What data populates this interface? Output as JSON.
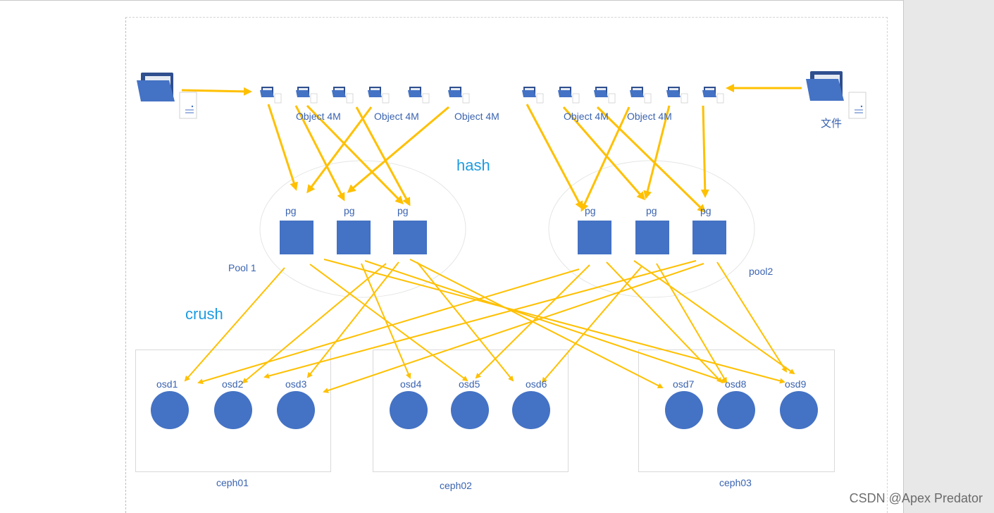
{
  "diagram": {
    "source_label": "文件",
    "object_labels": [
      "Object 4M",
      "Object 4M",
      "Object 4M",
      "Object 4M",
      "Object 4M"
    ],
    "hash_label": "hash",
    "crush_label": "crush",
    "pools": [
      {
        "name": "Pool 1",
        "pg_labels": [
          "pg",
          "pg",
          "pg"
        ]
      },
      {
        "name": "pool2",
        "pg_labels": [
          "pg",
          "pg",
          "pg"
        ]
      }
    ],
    "osds": [
      "osd1",
      "osd2",
      "osd3",
      "osd4",
      "osd5",
      "osd6",
      "osd7",
      "osd8",
      "osd9"
    ],
    "hosts": [
      "ceph01",
      "ceph02",
      "ceph03"
    ],
    "colors": {
      "arrow": "#ffc000",
      "node": "#4472c4",
      "label": "#3a63b0",
      "accent_text": "#1e9be0"
    }
  },
  "watermark": "CSDN @Apex   Predator"
}
